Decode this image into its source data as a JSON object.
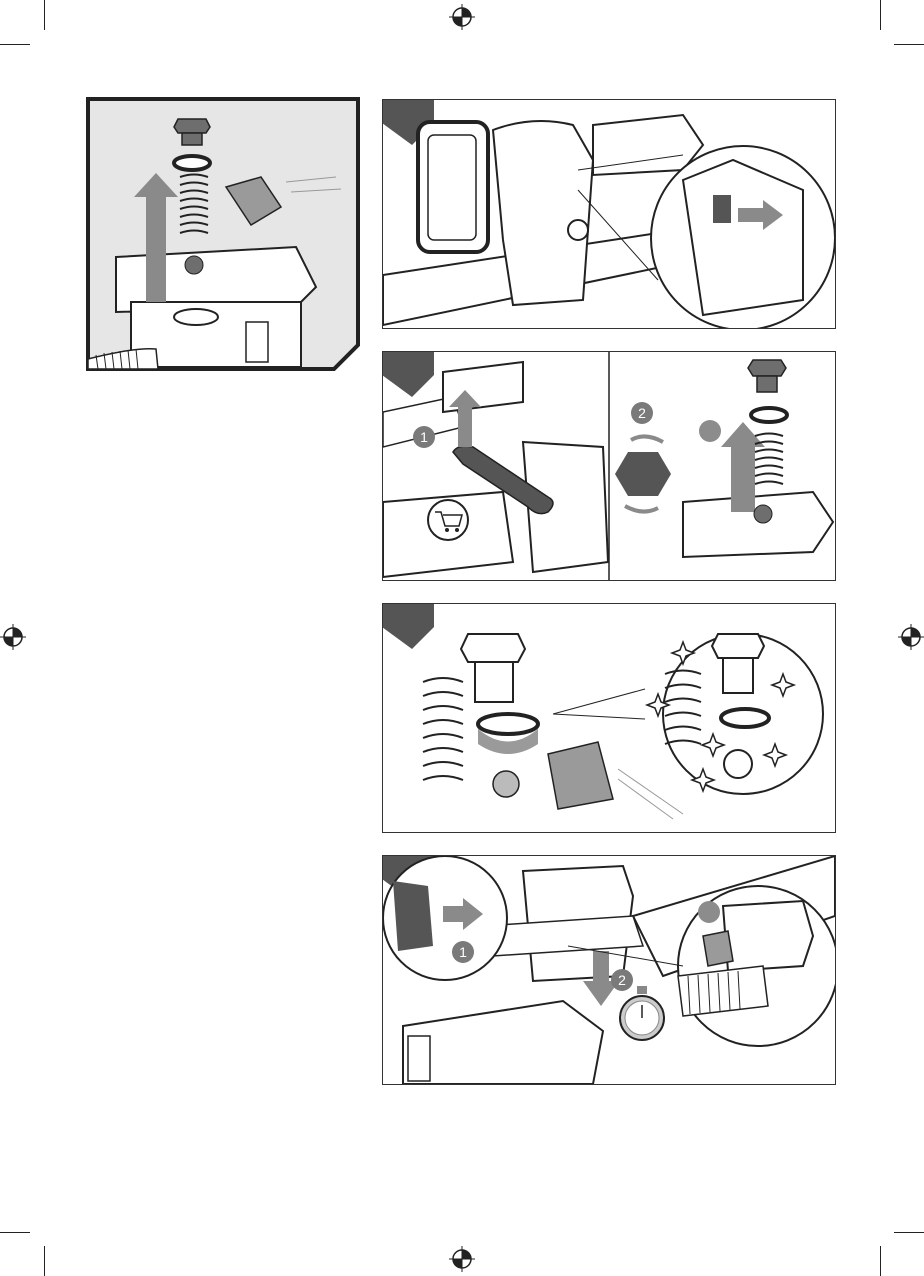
{
  "colors": {
    "ink": "#222222",
    "panel_fill": "#e6e6e6",
    "arrow_gray": "#8a8a8a",
    "badge_gray": "#7a7a7a"
  },
  "icons": {
    "registration_mark": "registration-mark-icon",
    "shopping_cart": "shopping-cart-icon",
    "stopwatch": "stopwatch-icon",
    "sparkle": "sparkle-icon"
  },
  "step2": {
    "badge1": "1",
    "badge2": "2"
  },
  "step4": {
    "badge1": "1",
    "badge2": "2"
  }
}
